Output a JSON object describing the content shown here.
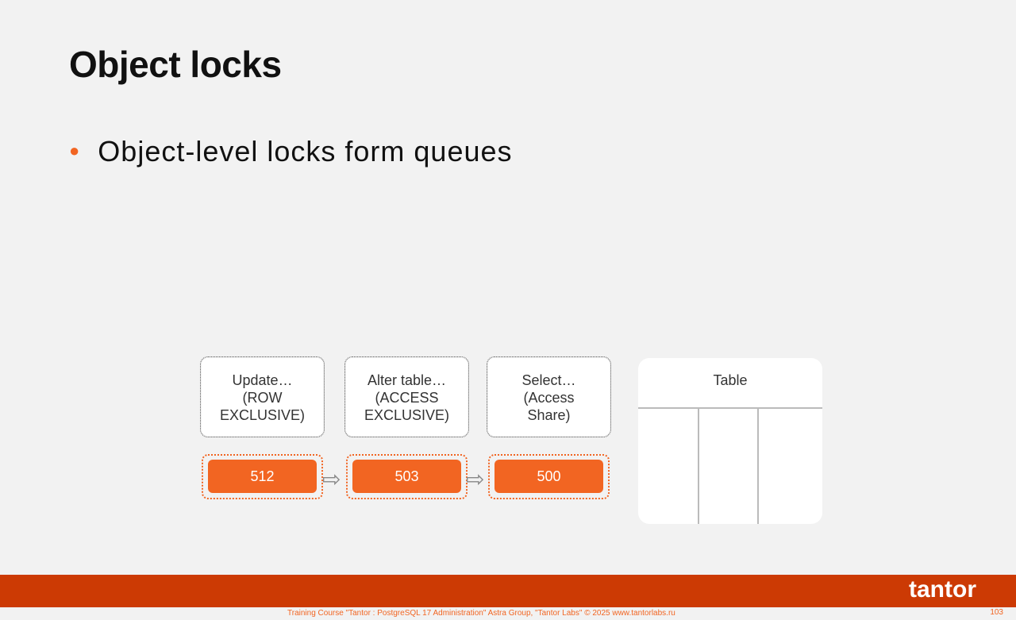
{
  "title": "Object locks",
  "bullet": "Object-level locks form queues",
  "queries": [
    {
      "line1": "Update…",
      "line2": "(ROW",
      "line3": "EXCLUSIVE)",
      "pid": "512"
    },
    {
      "line1": "Alter table…",
      "line2": "(ACCESS",
      "line3": "EXCLUSIVE)",
      "pid": "503"
    },
    {
      "line1": "Select…",
      "line2": "(Access",
      "line3": "Share)",
      "pid": "500"
    }
  ],
  "table_label": "Table",
  "footer": {
    "logo": "tantor",
    "text": "Training Course \"Tantor : PostgreSQL 17 Administration\" Astra Group, \"Tantor Labs\" © 2025  www.tantorlabs.ru",
    "page": "103"
  },
  "colors": {
    "accent": "#f26522",
    "footer": "#cc3a04"
  }
}
